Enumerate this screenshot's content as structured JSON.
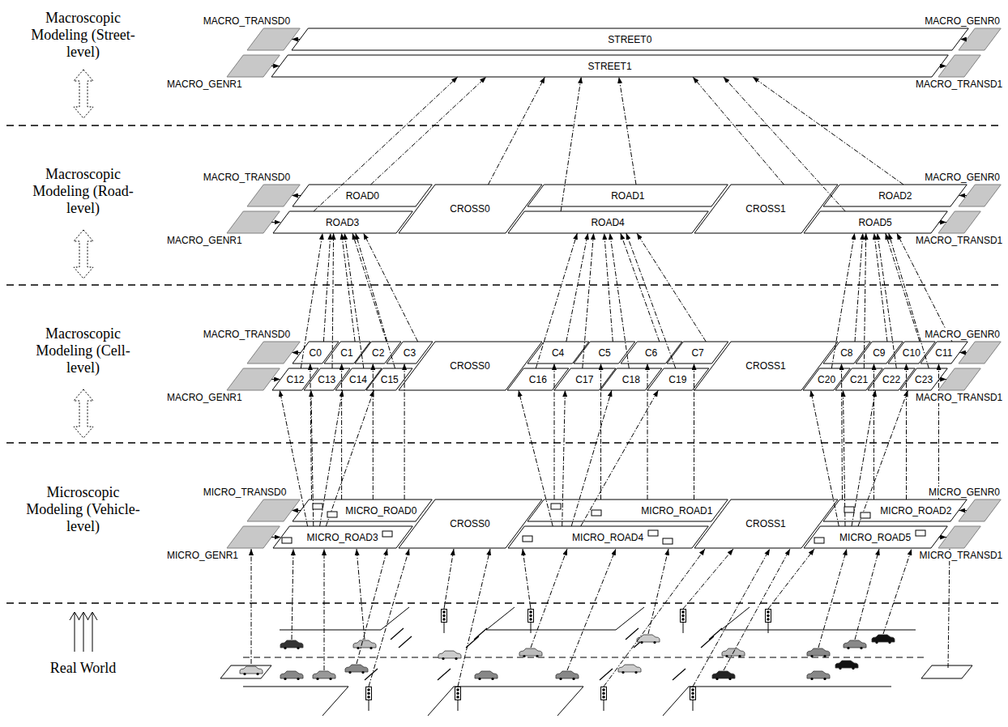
{
  "diagram": {
    "nodes": [
      {
        "text": [
          "MACRO_TRANSD0"
        ]
      },
      {
        "text": [
          "STREET0"
        ]
      },
      {
        "text": [
          "MACRO_GENR0"
        ]
      },
      {
        "text": [
          "MACRO_GENR1"
        ]
      },
      {
        "text": [
          "STREET1"
        ]
      },
      {
        "text": [
          "MACRO_TRANSD1"
        ]
      },
      {
        "text": [
          "MACRO_TRANSD0"
        ]
      },
      {
        "text": [
          "ROAD0"
        ]
      },
      {
        "text": [
          "CROSS0"
        ]
      },
      {
        "text": [
          "ROAD1"
        ]
      },
      {
        "text": [
          "CROSS1"
        ]
      },
      {
        "text": [
          "ROAD2"
        ]
      },
      {
        "text": [
          "MACRO_GENR0"
        ]
      },
      {
        "text": [
          "MACRO_GENR1"
        ]
      },
      {
        "text": [
          "ROAD3"
        ]
      },
      {
        "text": [
          "ROAD4"
        ]
      },
      {
        "text": [
          "ROAD5"
        ]
      },
      {
        "text": [
          "MACRO_TRANSD1"
        ]
      },
      {
        "text": [
          "MACRO_TRANSD0"
        ]
      },
      {
        "text": [
          "C0"
        ]
      },
      {
        "text": [
          "C1"
        ]
      },
      {
        "text": [
          "C2"
        ]
      },
      {
        "text": [
          "C3"
        ]
      },
      {
        "text": [
          "CROSS0"
        ]
      },
      {
        "text": [
          "C4"
        ]
      },
      {
        "text": [
          "C5"
        ]
      },
      {
        "text": [
          "C6"
        ]
      },
      {
        "text": [
          "C7"
        ]
      },
      {
        "text": [
          "CROSS1"
        ]
      },
      {
        "text": [
          "C8"
        ]
      },
      {
        "text": [
          "C9"
        ]
      },
      {
        "text": [
          "C10"
        ]
      },
      {
        "text": [
          "C11"
        ]
      },
      {
        "text": [
          "MACRO_GENR0"
        ]
      },
      {
        "text": [
          "MACRO_GENR1"
        ]
      },
      {
        "text": [
          "C12"
        ]
      },
      {
        "text": [
          "C13"
        ]
      },
      {
        "text": [
          "C14"
        ]
      },
      {
        "text": [
          "C15"
        ]
      },
      {
        "text": [
          "C16"
        ]
      },
      {
        "text": [
          "C17"
        ]
      },
      {
        "text": [
          "C18"
        ]
      },
      {
        "text": [
          "C19"
        ]
      },
      {
        "text": [
          "C20"
        ]
      },
      {
        "text": [
          "C21"
        ]
      },
      {
        "text": [
          "C22"
        ]
      },
      {
        "text": [
          "C23"
        ]
      },
      {
        "text": [
          "MACRO_TRANSD1"
        ]
      },
      {
        "text": [
          "MICRO_TRANSD0"
        ]
      },
      {
        "text": [
          "MICRO_ROAD0"
        ]
      },
      {
        "text": [
          "CROSS0"
        ]
      },
      {
        "text": [
          "MICRO_ROAD1"
        ]
      },
      {
        "text": [
          "CROSS1"
        ]
      },
      {
        "text": [
          "MICRO_ROAD2"
        ]
      },
      {
        "text": [
          "MICRO_GENR0"
        ]
      },
      {
        "text": [
          "MICRO_GENR1"
        ]
      },
      {
        "text": [
          "MICRO_ROAD3"
        ]
      },
      {
        "text": [
          "MICRO_ROAD4"
        ]
      },
      {
        "text": [
          "MICRO_ROAD5"
        ]
      },
      {
        "text": [
          "MICRO_TRANSD1"
        ]
      }
    ],
    "edges": [
      {
        "from": 1,
        "to": 0,
        "arrow": "to"
      },
      {
        "from": 3,
        "to": 4,
        "arrow": "to"
      },
      {
        "from": 2,
        "to": 1,
        "arrow": "to"
      },
      {
        "from": 4,
        "to": 5,
        "arrow": "to"
      },
      {
        "from": 7,
        "to": 4,
        "arrow": "to"
      },
      {
        "from": 8,
        "to": 4,
        "arrow": "to"
      },
      {
        "from": 9,
        "to": 4,
        "arrow": "to"
      },
      {
        "from": 10,
        "to": 4,
        "arrow": "to"
      },
      {
        "from": 11,
        "to": 4,
        "arrow": "to"
      },
      {
        "from": 14,
        "to": 4,
        "arrow": "to"
      },
      {
        "from": 15,
        "to": 4,
        "arrow": "to"
      },
      {
        "from": 16,
        "to": 4,
        "arrow": "to"
      },
      {
        "from": 7,
        "to": 6,
        "arrow": "to"
      },
      {
        "from": 13,
        "to": 14,
        "arrow": "to"
      },
      {
        "from": 12,
        "to": 11,
        "arrow": "to"
      },
      {
        "from": 16,
        "to": 17,
        "arrow": "to"
      },
      {
        "from": 19,
        "to": 14,
        "arrow": "to"
      },
      {
        "from": 20,
        "to": 14,
        "arrow": "to"
      },
      {
        "from": 21,
        "to": 14,
        "arrow": "to"
      },
      {
        "from": 22,
        "to": 14,
        "arrow": "to"
      },
      {
        "from": 35,
        "to": 14,
        "arrow": "to"
      },
      {
        "from": 36,
        "to": 14,
        "arrow": "to"
      },
      {
        "from": 37,
        "to": 14,
        "arrow": "to"
      },
      {
        "from": 38,
        "to": 14,
        "arrow": "to"
      },
      {
        "from": 24,
        "to": 15,
        "arrow": "to"
      },
      {
        "from": 25,
        "to": 15,
        "arrow": "to"
      },
      {
        "from": 26,
        "to": 15,
        "arrow": "to"
      },
      {
        "from": 27,
        "to": 15,
        "arrow": "to"
      },
      {
        "from": 39,
        "to": 15,
        "arrow": "to"
      },
      {
        "from": 40,
        "to": 15,
        "arrow": "to"
      },
      {
        "from": 41,
        "to": 15,
        "arrow": "to"
      },
      {
        "from": 42,
        "to": 15,
        "arrow": "to"
      },
      {
        "from": 29,
        "to": 16,
        "arrow": "to"
      },
      {
        "from": 30,
        "to": 16,
        "arrow": "to"
      },
      {
        "from": 31,
        "to": 16,
        "arrow": "to"
      },
      {
        "from": 32,
        "to": 16,
        "arrow": "to"
      },
      {
        "from": 43,
        "to": 16,
        "arrow": "to"
      },
      {
        "from": 44,
        "to": 16,
        "arrow": "to"
      },
      {
        "from": 45,
        "to": 16,
        "arrow": "to"
      },
      {
        "from": 46,
        "to": 16,
        "arrow": "to"
      },
      {
        "from": 19,
        "to": 18,
        "arrow": "to"
      },
      {
        "from": 34,
        "to": 35,
        "arrow": "to"
      },
      {
        "from": 33,
        "to": 32,
        "arrow": "to"
      },
      {
        "from": 46,
        "to": 47,
        "arrow": "to"
      },
      {
        "from": 49,
        "to": 19,
        "arrow": "to"
      },
      {
        "from": 49,
        "to": 20,
        "arrow": "to"
      },
      {
        "from": 49,
        "to": 21,
        "arrow": "to"
      },
      {
        "from": 49,
        "to": 22,
        "arrow": "to"
      },
      {
        "from": 56,
        "to": 35,
        "arrow": "to"
      },
      {
        "from": 56,
        "to": 36,
        "arrow": "to"
      },
      {
        "from": 56,
        "to": 37,
        "arrow": "to"
      },
      {
        "from": 56,
        "to": 38,
        "arrow": "to"
      },
      {
        "from": 51,
        "to": 24,
        "arrow": "to"
      },
      {
        "from": 51,
        "to": 25,
        "arrow": "to"
      },
      {
        "from": 51,
        "to": 26,
        "arrow": "to"
      },
      {
        "from": 51,
        "to": 27,
        "arrow": "to"
      },
      {
        "from": 57,
        "to": 39,
        "arrow": "to"
      },
      {
        "from": 57,
        "to": 40,
        "arrow": "to"
      },
      {
        "from": 57,
        "to": 41,
        "arrow": "to"
      },
      {
        "from": 57,
        "to": 42,
        "arrow": "to"
      },
      {
        "from": 53,
        "to": 29,
        "arrow": "to"
      },
      {
        "from": 53,
        "to": 30,
        "arrow": "to"
      },
      {
        "from": 53,
        "to": 31,
        "arrow": "to"
      },
      {
        "from": 53,
        "to": 32,
        "arrow": "to"
      },
      {
        "from": 58,
        "to": 43,
        "arrow": "to"
      },
      {
        "from": 58,
        "to": 44,
        "arrow": "to"
      },
      {
        "from": 58,
        "to": 45,
        "arrow": "to"
      },
      {
        "from": 58,
        "to": 46,
        "arrow": "to"
      },
      {
        "from": 49,
        "to": 48,
        "arrow": "to"
      },
      {
        "from": 55,
        "to": 56,
        "arrow": "to"
      },
      {
        "from": 54,
        "to": 53,
        "arrow": "to"
      },
      {
        "from": 58,
        "to": 59,
        "arrow": "to"
      }
    ],
    "labels": [
      "Macroscopic Modeling (Street-level)",
      "Macroscopic Modeling (Road-level)",
      "Macroscopic Modeling (Cell-level)",
      "Microscopic Modeling (Vehicle-level)",
      "Real World"
    ]
  }
}
